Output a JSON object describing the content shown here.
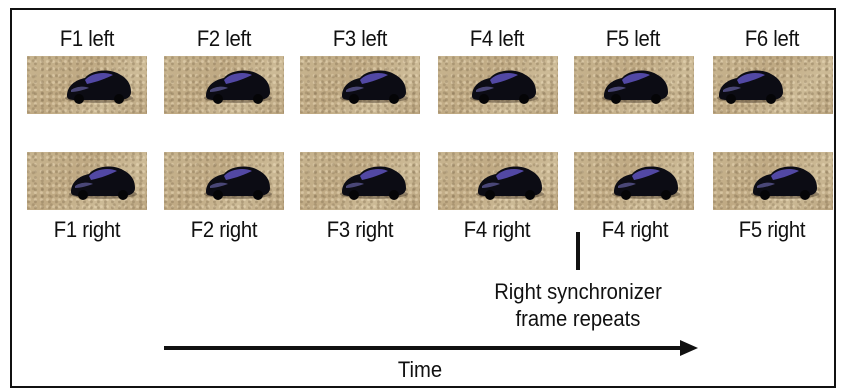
{
  "top_labels": [
    "F1 left",
    "F2 left",
    "F3 left",
    "F4 left",
    "F5 left",
    "F6 left"
  ],
  "bottom_labels": [
    "F1 right",
    "F2 right",
    "F3 right",
    "F4 right",
    "F4 right",
    "F5 right"
  ],
  "annotation": {
    "line1": "Right synchronizer",
    "line2": "frame repeats"
  },
  "axis_label": "Time",
  "colors": {
    "car_body": "#0c0c14",
    "car_window": "#5a4fb4",
    "ground": "#c4b08b",
    "ink": "#111111"
  }
}
